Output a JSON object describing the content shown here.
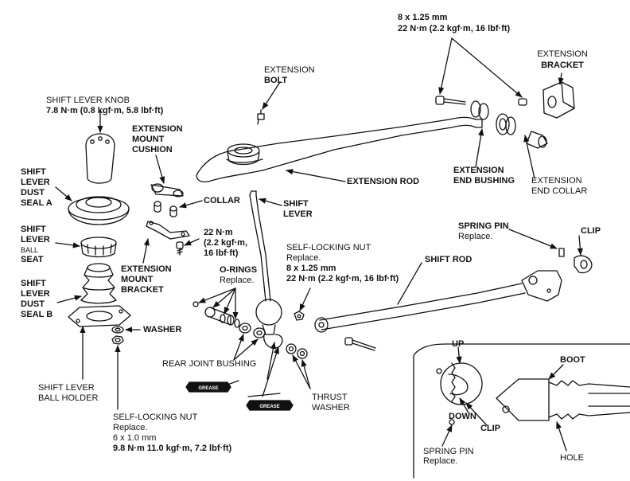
{
  "labels": {
    "spec_8x125_l1": "8 x 1.25 mm",
    "spec_8x125_l2": "22 N·m (2.2 kgf·m, 16 lbf·ft)",
    "extension_bracket_l1": "EXTENSION",
    "extension_bracket_l2": "BRACKET",
    "extension_bolt_l1": "EXTENSION",
    "extension_bolt_l2": "BOLT",
    "knob_l1": "SHIFT LEVER KNOB",
    "knob_l2": "7.8 N·m (0.8 kgf·m, 5.8 lbf·ft)",
    "mount_cushion_l1": "EXTENSION",
    "mount_cushion_l2": "MOUNT",
    "mount_cushion_l3": "CUSHION",
    "dust_seal_a_l1": "SHIFT",
    "dust_seal_a_l2": "LEVER",
    "dust_seal_a_l3": "DUST",
    "dust_seal_a_l4": "SEAL A",
    "collar": "COLLAR",
    "extension_rod": "EXTENSION ROD",
    "end_bushing_l1": "EXTENSION",
    "end_bushing_l2": "END BUSHING",
    "end_collar_l1": "EXTENSION",
    "end_collar_l2": "END COLLAR",
    "shift_lever_l1": "SHIFT",
    "shift_lever_l2": "LEVER",
    "ball_seat_l1": "SHIFT",
    "ball_seat_l2": "LEVER",
    "ball_seat_l3": "BALL",
    "ball_seat_l4": "SEAT",
    "torque22_l1": "22 N·m",
    "torque22_l2": "(2.2 kgf·m,",
    "torque22_l3": "16 lbf·ft)",
    "spring_pin_top_l1": "SPRING PIN",
    "spring_pin_top_l2": "Replace.",
    "clip_top": "CLIP",
    "self_lock_nut_mid_l1": "SELF-LOCKING NUT",
    "self_lock_nut_mid_l2": "Replace.",
    "self_lock_nut_mid_l3": "8 x 1.25 mm",
    "self_lock_nut_mid_l4": "22 N·m (2.2 kgf·m, 16 lbf·ft)",
    "shift_rod": "SHIFT ROD",
    "mount_bracket_l1": "EXTENSION",
    "mount_bracket_l2": "MOUNT",
    "mount_bracket_l3": "BRACKET",
    "o_rings_l1": "O-RINGS",
    "o_rings_l2": "Replace.",
    "dust_seal_b_l1": "SHIFT",
    "dust_seal_b_l2": "LEVER",
    "dust_seal_b_l3": "DUST",
    "dust_seal_b_l4": "SEAL B",
    "washer": "WASHER",
    "rear_joint_bushing": "REAR JOINT BUSHING",
    "grease_1": "GREASE",
    "grease_2": "GREASE",
    "thrust_washer_l1": "THRUST",
    "thrust_washer_l2": "WASHER",
    "ball_holder_l1": "SHIFT LEVER",
    "ball_holder_l2": "BALL HOLDER",
    "self_lock_nut_bot_l1": "SELF-LOCKING NUT",
    "self_lock_nut_bot_l2": "Replace.",
    "self_lock_nut_bot_l3": "6 x 1.0 mm",
    "self_lock_nut_bot_l4": "9.8 N·m 11.0 kgf·m, 7.2 lbf·ft)",
    "inset_up": "UP",
    "inset_boot": "BOOT",
    "inset_down": "DOWN",
    "inset_clip": "CLIP",
    "inset_spring_pin_l1": "SPRING PIN",
    "inset_spring_pin_l2": "Replace.",
    "inset_hole": "HOLE"
  }
}
